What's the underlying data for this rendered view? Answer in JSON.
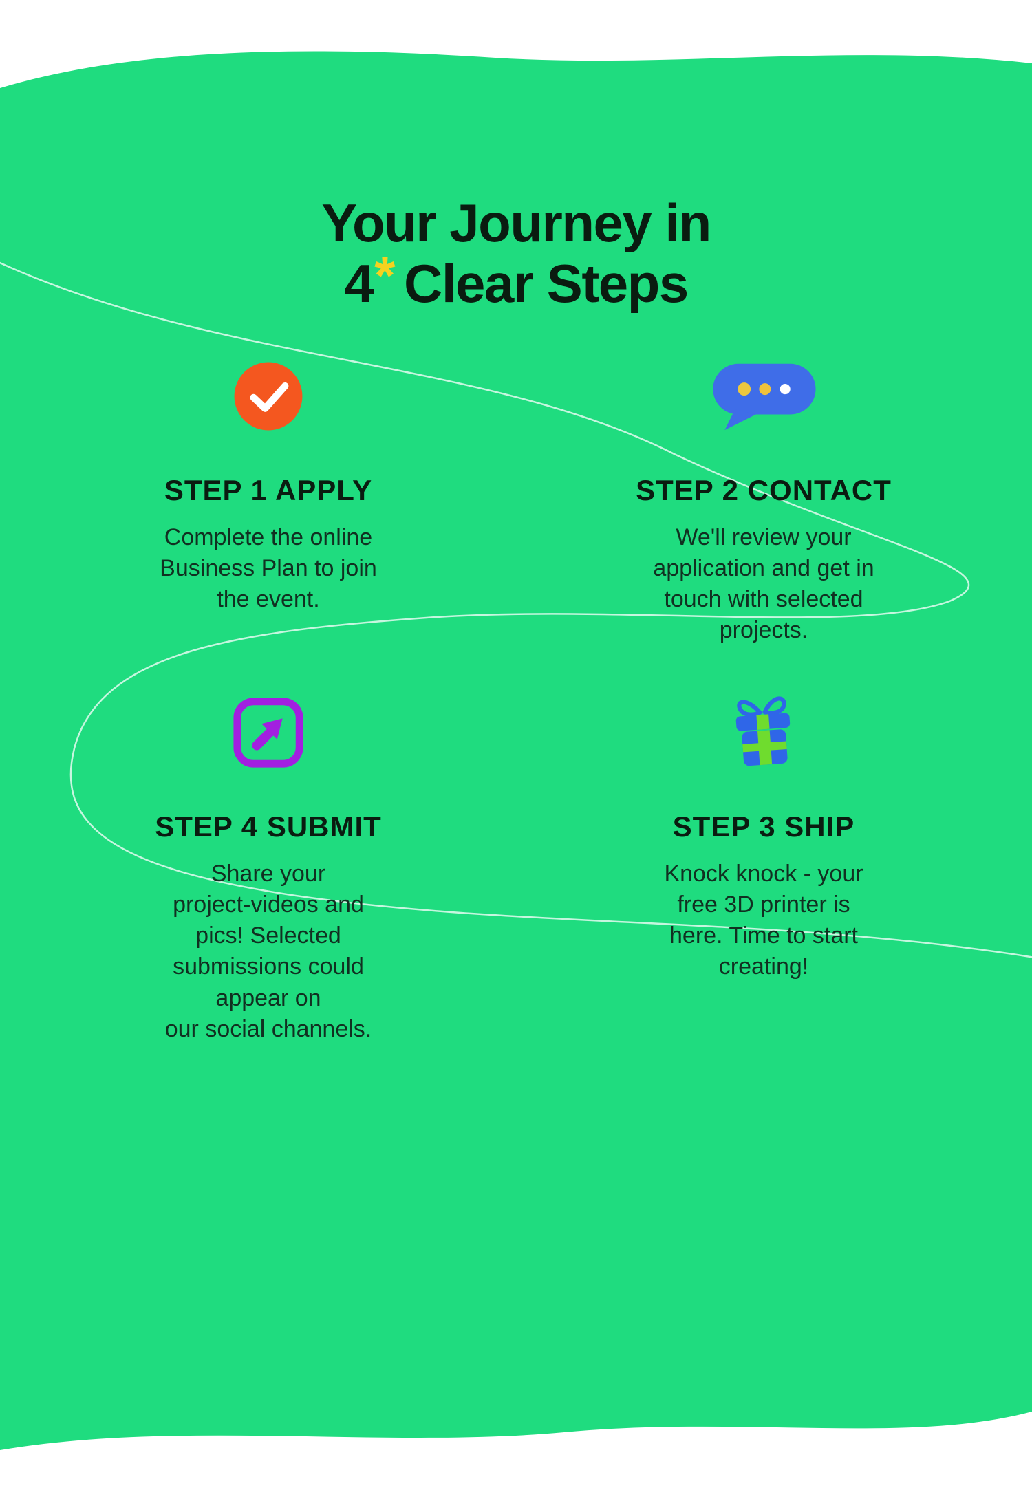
{
  "page": {
    "background_color": "#ffffff",
    "blob_color": "#1fdc7f",
    "path_line_color": "#ffffff",
    "text_color": "#0a1c10",
    "body_text_color": "#113021"
  },
  "title": {
    "line1": "Your Journey in",
    "line2_number": "4",
    "line2_star": "*",
    "line2_rest": "Clear Steps",
    "star_color": "#f5d21f"
  },
  "steps": [
    {
      "id": "step-1",
      "icon": "check-icon",
      "icon_color": "#f4571f",
      "heading": "STEP 1 APPLY",
      "body": "Complete the online\nBusiness Plan to join\nthe event."
    },
    {
      "id": "step-2",
      "icon": "chat-bubble-icon",
      "icon_color": "#3f6de8",
      "heading": "STEP 2 CONTACT",
      "body": "We'll review your\napplication and get in\ntouch with selected\nprojects."
    },
    {
      "id": "step-4",
      "icon": "arrow-up-right-icon",
      "icon_color": "#a21fe0",
      "heading": "STEP 4 SUBMIT",
      "body": "Share your\nproject-videos and\npics! Selected\nsubmissions could\nappear on\nour social channels."
    },
    {
      "id": "step-3",
      "icon": "gift-icon",
      "icon_color": "#2f66e8",
      "heading": "STEP 3 SHIP",
      "body": "Knock knock - your\nfree 3D printer is\nhere. Time to start\ncreating!"
    }
  ]
}
